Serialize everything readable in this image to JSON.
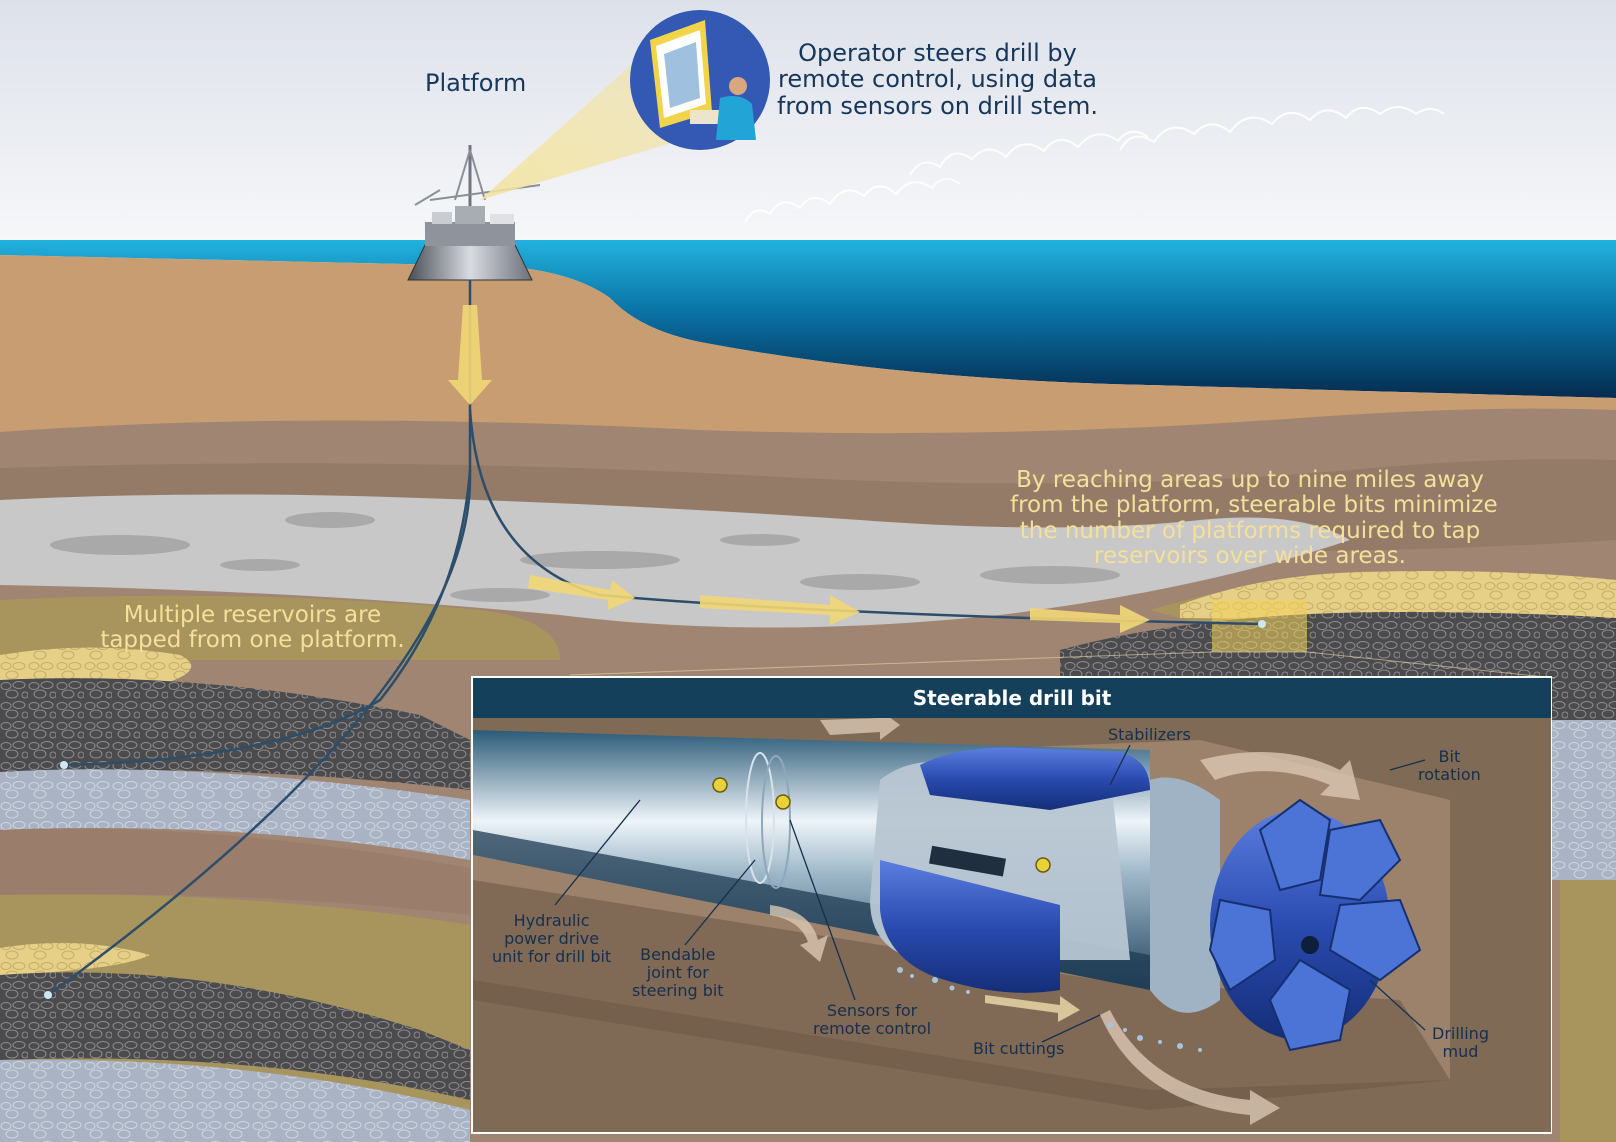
{
  "labels": {
    "platform": "Platform",
    "operator": [
      "Operator steers drill by",
      "remote control, using data",
      "from sensors on drill stem."
    ],
    "reach": [
      "By reaching areas up to nine miles away",
      "from the platform, steerable bits minimize",
      "the number of platforms required to tap",
      "reservoirs over wide areas."
    ],
    "multiple": [
      "Multiple reservoirs are",
      "tapped from one platform."
    ]
  },
  "inset": {
    "title": "Steerable drill bit",
    "stabilizers": "Stabilizers",
    "bit_rotation": [
      "Bit",
      "rotation"
    ],
    "hydraulic": [
      "Hydraulic",
      "power drive",
      "unit for drill bit"
    ],
    "bendable": [
      "Bendable",
      "joint for",
      "steering bit"
    ],
    "sensors": [
      "Sensors for",
      "remote control"
    ],
    "cuttings": "Bit cuttings",
    "drilling_mud": [
      "Drilling",
      "mud"
    ]
  },
  "colors": {
    "sky": "#eef0f4",
    "sea_surface": "#1aa8d6",
    "sea_deep": "#073d66",
    "sediment": "#c99d72",
    "rock_layer": "#a08672",
    "limestone": "#c8c8c8",
    "reservoir_sand": "#a8955e",
    "label_gold": "#f4e09a",
    "label_navy": "#16365a",
    "inset_header": "#14405b",
    "stabilizer_blue": "#2f4fb0"
  }
}
